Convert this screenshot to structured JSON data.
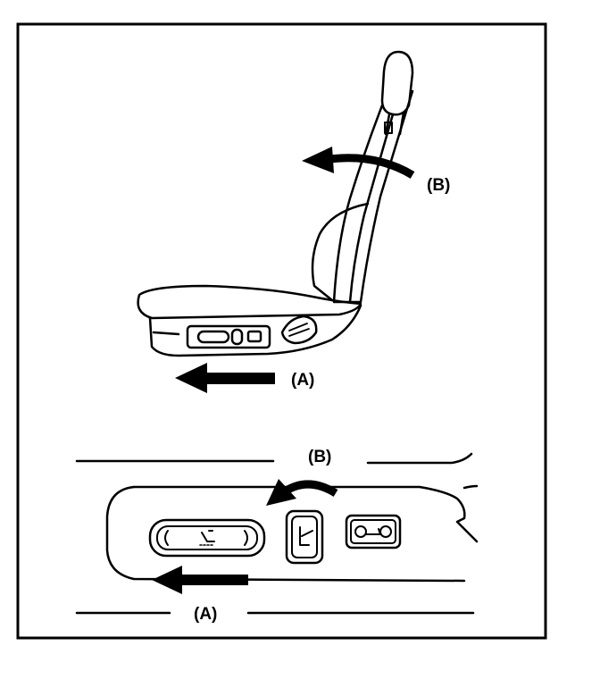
{
  "seat_view": {
    "label_a": "(A)",
    "label_b": "(B)"
  },
  "switch_panel": {
    "label_a": "(A)",
    "label_b": "(B)"
  },
  "colors": {
    "ink": "#000000",
    "background": "#ffffff"
  }
}
